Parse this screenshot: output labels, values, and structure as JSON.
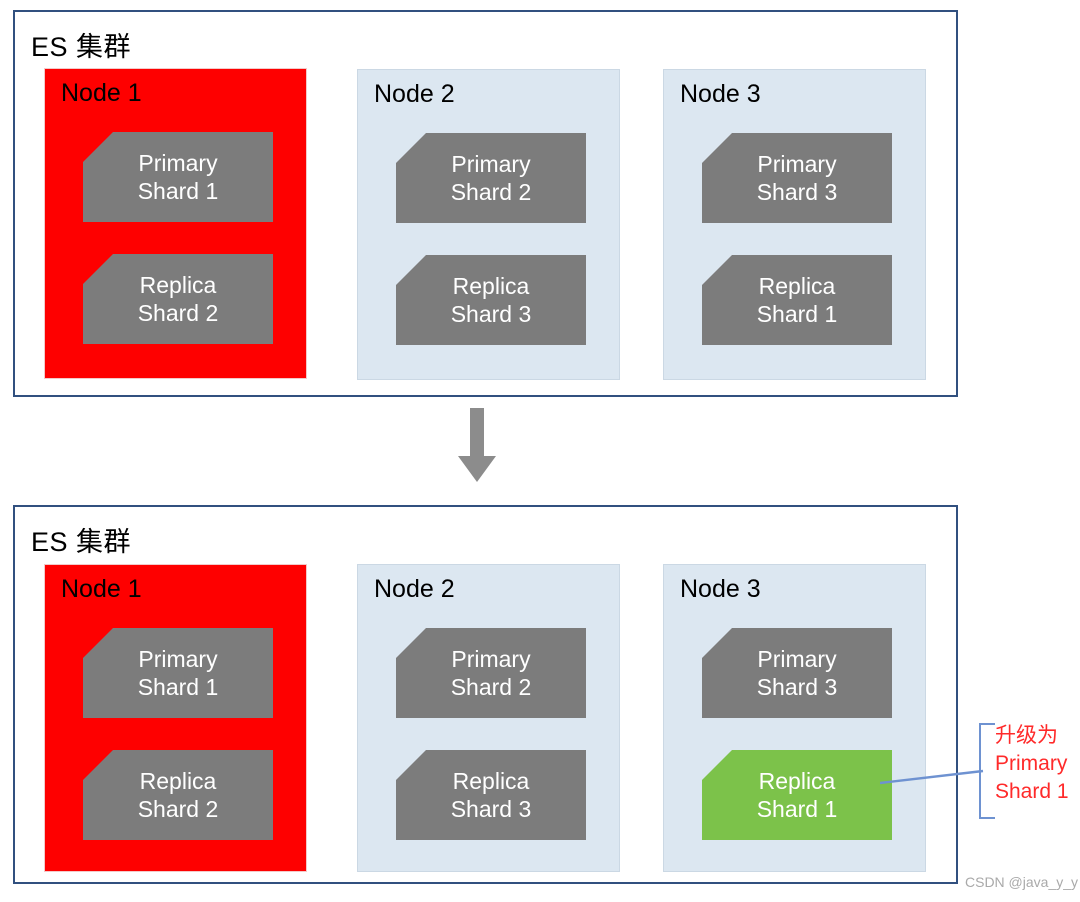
{
  "diagram": {
    "title_top": "ES 集群",
    "title_bottom": "ES 集群",
    "colors": {
      "cluster_border": "#31507F",
      "node_blue": "#DCE7F1",
      "node_red": "#FE0000",
      "shard_gray": "#7C7C7C",
      "shard_green": "#7CC24A",
      "annotation_red": "#FF2A2A",
      "annotation_blue": "#6E92D1",
      "arrow_gray": "#8C8C8C",
      "watermark_gray": "#A9A9A9"
    }
  },
  "top_cluster": {
    "title": "ES 集群",
    "nodes": [
      {
        "label": "Node 1",
        "state": "failed",
        "shards": [
          {
            "line1": "Primary",
            "line2": "Shard 1",
            "color": "gray"
          },
          {
            "line1": "Replica",
            "line2": "Shard 2",
            "color": "gray"
          }
        ]
      },
      {
        "label": "Node 2",
        "state": "normal",
        "shards": [
          {
            "line1": "Primary",
            "line2": "Shard 2",
            "color": "gray"
          },
          {
            "line1": "Replica",
            "line2": "Shard 3",
            "color": "gray"
          }
        ]
      },
      {
        "label": "Node 3",
        "state": "normal",
        "shards": [
          {
            "line1": "Primary",
            "line2": "Shard 3",
            "color": "gray"
          },
          {
            "line1": "Replica",
            "line2": "Shard 1",
            "color": "gray"
          }
        ]
      }
    ]
  },
  "bottom_cluster": {
    "title": "ES 集群",
    "nodes": [
      {
        "label": "Node 1",
        "state": "failed",
        "shards": [
          {
            "line1": "Primary",
            "line2": "Shard 1",
            "color": "gray"
          },
          {
            "line1": "Replica",
            "line2": "Shard 2",
            "color": "gray"
          }
        ]
      },
      {
        "label": "Node 2",
        "state": "normal",
        "shards": [
          {
            "line1": "Primary",
            "line2": "Shard 2",
            "color": "gray"
          },
          {
            "line1": "Replica",
            "line2": "Shard 3",
            "color": "gray"
          }
        ]
      },
      {
        "label": "Node 3",
        "state": "normal",
        "shards": [
          {
            "line1": "Primary",
            "line2": "Shard 3",
            "color": "gray"
          },
          {
            "line1": "Replica",
            "line2": "Shard 1",
            "color": "green"
          }
        ]
      }
    ]
  },
  "annotation": {
    "line1": "升级为",
    "line2": "Primary",
    "line3": "Shard 1"
  },
  "flow_arrow": {
    "icon": "down-arrow-icon"
  },
  "watermark": {
    "text": "CSDN @java_y_y"
  }
}
